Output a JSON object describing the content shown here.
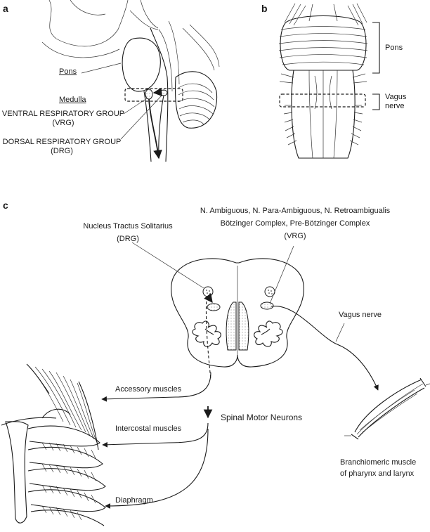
{
  "panels": {
    "a": {
      "letter": "a",
      "pons": "Pons",
      "medulla": "Medulla",
      "vrg_line1": "VENTRAL RESPIRATORY GROUP",
      "vrg_line2": "(VRG)",
      "drg_line1": "DORSAL RESPIRATORY GROUP",
      "drg_line2": "(DRG)"
    },
    "b": {
      "letter": "b",
      "pons": "Pons",
      "vagus_line1": "Vagus",
      "vagus_line2": "nerve"
    },
    "c": {
      "letter": "c",
      "nts_line1": "Nucleus Tractus Solitarius",
      "nts_line2": "(DRG)",
      "vrg_line1": "N. Ambiguous, N. Para-Ambiguous, N. Retroambigualis",
      "vrg_line2": "Bötzinger Complex, Pre-Bötzinger Complex",
      "vrg_line3": "(VRG)",
      "vagus": "Vagus nerve",
      "accessory": "Accessory muscles",
      "intercostal": "Intercostal muscles",
      "spinal_motor": "Spinal Motor Neurons",
      "diaphragm": "Diaphragm",
      "branchio_line1": "Branchiomeric muscle",
      "branchio_line2": "of pharynx and larynx"
    }
  }
}
